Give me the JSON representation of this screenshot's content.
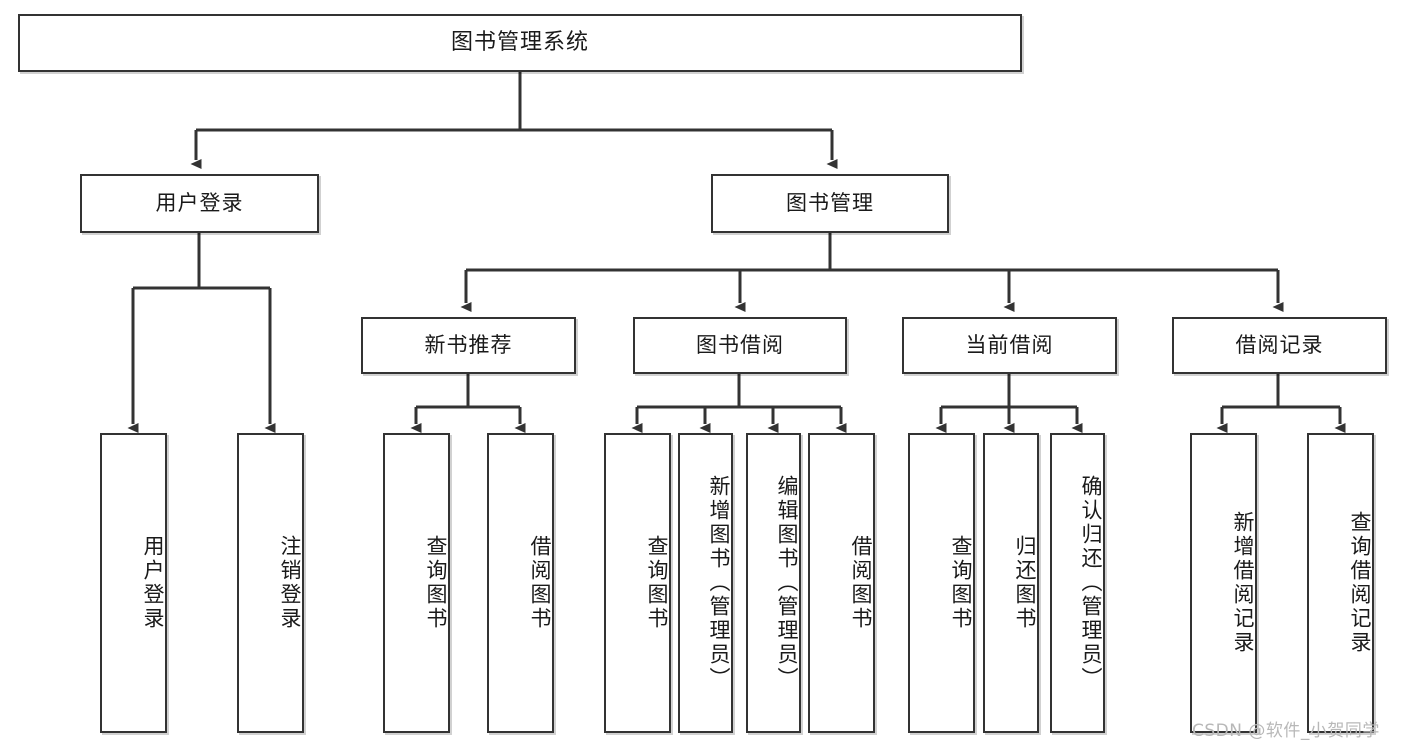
{
  "diagram": {
    "type": "tree-hierarchy",
    "title": "图书管理系统",
    "watermark": "CSDN @软件_小贺同学",
    "colors": {
      "background": "#ffffff",
      "border": "#333333",
      "text": "#1a1a1a",
      "edge": "#333333",
      "watermark": "#b8b8b8"
    },
    "nodes": {
      "root": {
        "label": "图书管理系统"
      },
      "level2": [
        {
          "id": "user-login",
          "label": "用户登录"
        },
        {
          "id": "book-manage",
          "label": "图书管理"
        }
      ],
      "level3": [
        {
          "id": "new-book-recommend",
          "label": "新书推荐"
        },
        {
          "id": "book-borrow",
          "label": "图书借阅"
        },
        {
          "id": "current-borrow",
          "label": "当前借阅"
        },
        {
          "id": "borrow-record",
          "label": "借阅记录"
        }
      ],
      "leaves": {
        "user-login": [
          {
            "id": "leaf-user-login",
            "label": "用户登录"
          },
          {
            "id": "leaf-logout-login",
            "label": "注销登录"
          }
        ],
        "new-book-recommend": [
          {
            "id": "leaf-query-book-1",
            "label": "查询图书"
          },
          {
            "id": "leaf-borrow-book-1",
            "label": "借阅图书"
          }
        ],
        "book-borrow": [
          {
            "id": "leaf-query-book-2",
            "label": "查询图书"
          },
          {
            "id": "leaf-add-book",
            "label": "新增图书（管理员）"
          },
          {
            "id": "leaf-edit-book",
            "label": "编辑图书（管理员）"
          },
          {
            "id": "leaf-borrow-book-2",
            "label": "借阅图书"
          }
        ],
        "current-borrow": [
          {
            "id": "leaf-query-book-3",
            "label": "查询图书"
          },
          {
            "id": "leaf-return-book",
            "label": "归还图书"
          },
          {
            "id": "leaf-confirm-return",
            "label": "确认归还（管理员）"
          }
        ],
        "borrow-record": [
          {
            "id": "leaf-add-record",
            "label": "新增借阅记录"
          },
          {
            "id": "leaf-query-record",
            "label": "查询借阅记录"
          }
        ]
      }
    }
  }
}
